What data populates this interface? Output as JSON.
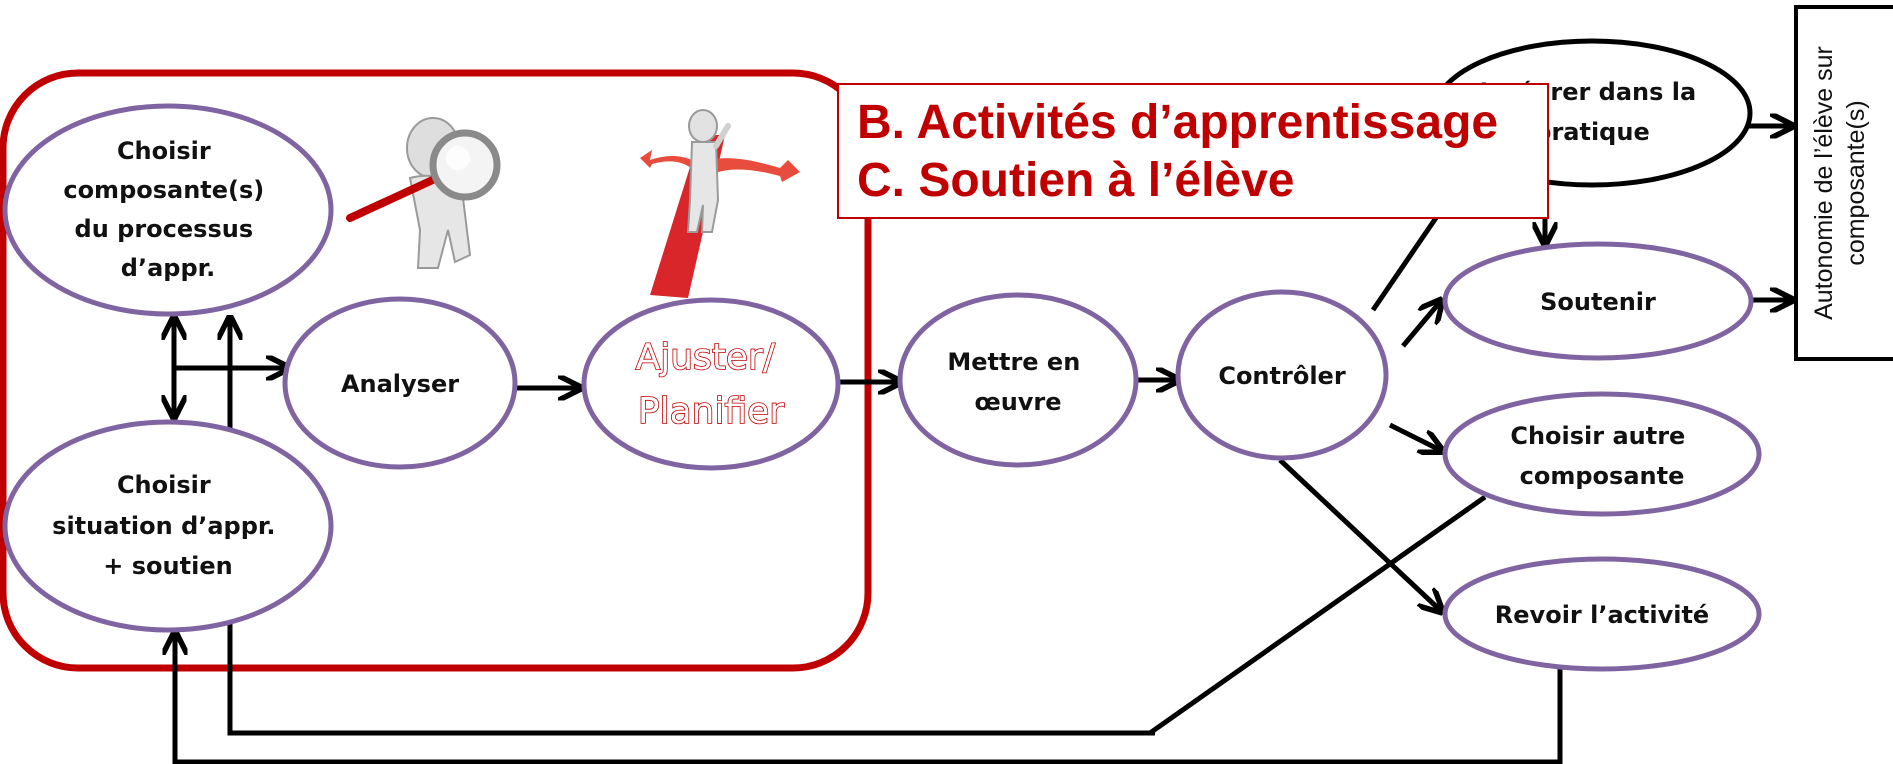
{
  "colors": {
    "ellipse_stroke": "#8064a2",
    "frame_red": "#c00000",
    "arrow": "#000000",
    "ajuster_text": "#c00000"
  },
  "nodes": {
    "choisir_composantes": [
      "Choisir",
      "composante(s)",
      "du processus",
      "d’appr."
    ],
    "choisir_situation": [
      "Choisir",
      "situation d’appr.",
      "+ soutien"
    ],
    "analyser": "Analyser",
    "ajuster": [
      "Ajuster/",
      "Planifier"
    ],
    "mettre": [
      "Mettre en",
      "œuvre"
    ],
    "controler": "Contrôler",
    "integrer": [
      "Intégrer dans la",
      "pratique"
    ],
    "soutenir": "Soutenir",
    "choisir_autre": [
      "Choisir autre",
      "composante"
    ],
    "revoir": "Revoir l’activité"
  },
  "banner": {
    "line_b": "B.  Activités d’apprentissage",
    "line_c": "C.  Soutien à l’élève"
  },
  "side_box": [
    "Autonomie de l’élève sur",
    "composante(s)"
  ],
  "icons": {
    "figure_magnifier": "person-with-magnifying-glass-icon",
    "figure_crossroads": "person-at-crossroads-icon"
  }
}
